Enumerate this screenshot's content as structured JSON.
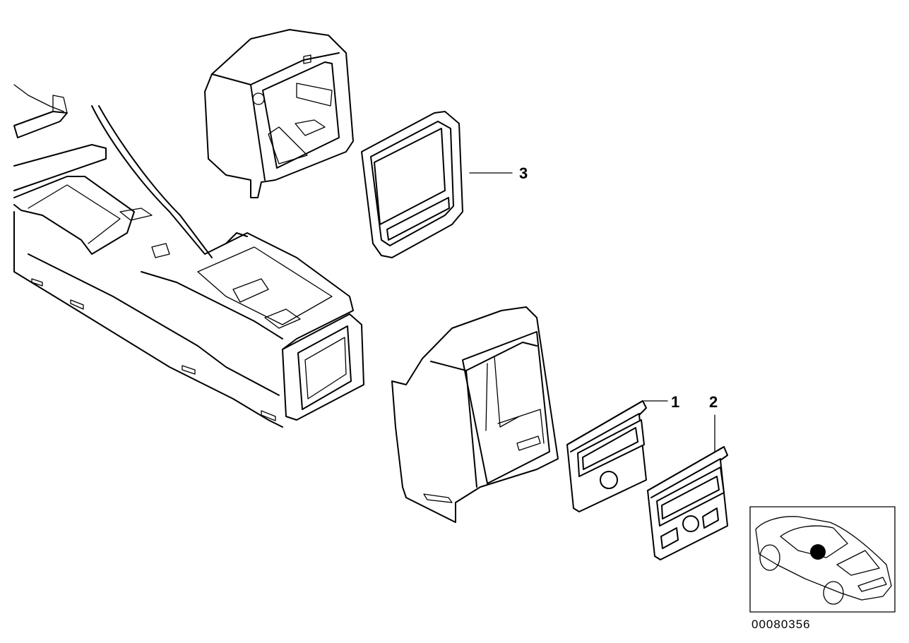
{
  "callouts": {
    "part_1": "1",
    "part_2": "2",
    "part_3": "3"
  },
  "reference_code": "00080356",
  "colors": {
    "line": "#000000",
    "background": "#ffffff",
    "highlight_dot": "#000000"
  }
}
